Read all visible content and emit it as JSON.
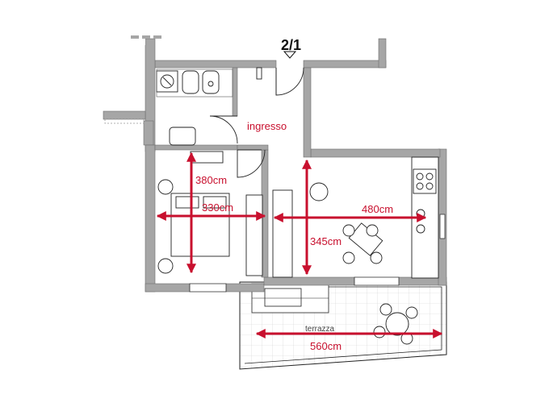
{
  "unit": {
    "label": "2/1"
  },
  "rooms": {
    "entrance": "ingresso",
    "terrace": "terrazza"
  },
  "dimensions": {
    "bedroom_depth": "380cm",
    "bedroom_width": "330cm",
    "living_depth": "345cm",
    "living_width": "480cm",
    "terrace_width": "560cm"
  },
  "colors": {
    "wall": "#a6a6a6",
    "dimension": "#c8102e",
    "line": "#1a1a1a"
  }
}
